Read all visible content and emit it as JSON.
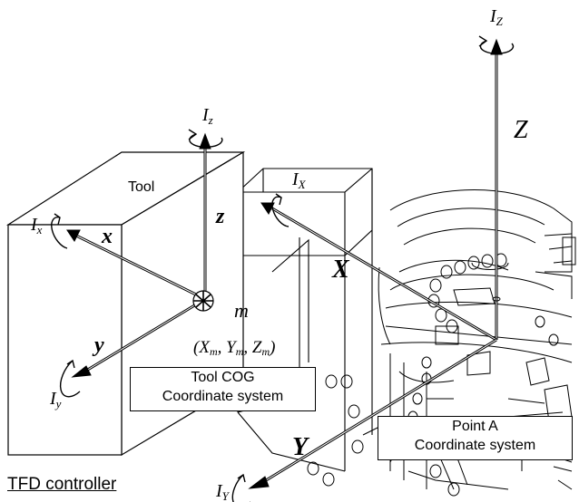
{
  "tool": {
    "name": "Tool",
    "axis_x": "x",
    "axis_y": "y",
    "axis_z": "z",
    "inertia_x_base": "I",
    "inertia_x_sub": "x",
    "inertia_y_base": "I",
    "inertia_y_sub": "y",
    "inertia_z_base": "I",
    "inertia_z_sub": "z",
    "mass": "m",
    "cog_coords": "(Xm, Ym, Zm)",
    "cog_coords_parts": [
      "(X",
      "m",
      ", Y",
      "m",
      ", Z",
      "m",
      ")"
    ]
  },
  "point_a": {
    "axis_x": "X",
    "axis_y": "Y",
    "axis_z": "Z",
    "inertia_x_base": "I",
    "inertia_x_sub": "X",
    "inertia_y_base": "I",
    "inertia_y_sub": "Y",
    "inertia_z_base": "I",
    "inertia_z_sub": "Z"
  },
  "labels": {
    "tool_cog_line1": "Tool COG",
    "tool_cog_line2": "Coordinate system",
    "point_a_line1": "Point A",
    "point_a_line2": "Coordinate system",
    "footer": "TFD controller"
  }
}
